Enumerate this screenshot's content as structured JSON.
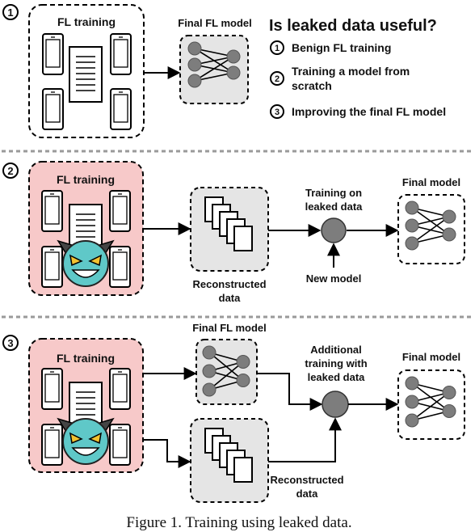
{
  "title": "Is leaked data useful?",
  "legend": [
    {
      "num": "1",
      "lines": [
        "Benign FL training"
      ]
    },
    {
      "num": "2",
      "lines": [
        "Training a model from",
        "scratch"
      ]
    },
    {
      "num": "3",
      "lines": [
        "Improving the final FL model"
      ]
    }
  ],
  "panel1": {
    "num": "1",
    "fl_training": "FL training",
    "model_label": "Final FL model"
  },
  "panel2": {
    "num": "2",
    "fl_training": "FL training",
    "recon_lines": [
      "Reconstructed",
      "data"
    ],
    "train_lines": [
      "Training on",
      "leaked data"
    ],
    "new_model": "New model",
    "final_model": "Final model"
  },
  "panel3": {
    "num": "3",
    "fl_training": "FL training",
    "model_label": "Final FL model",
    "train_lines": [
      "Additional",
      "training with",
      "leaked data"
    ],
    "recon_lines": [
      "Reconstructed",
      "data"
    ],
    "final_model": "Final model"
  },
  "caption": "Figure 1.  Training using leaked data.",
  "colors": {
    "pink": "#f7c9c9",
    "gray": "#e5e5e5",
    "node": "#7d7d7d",
    "demon": "#5fc8c8"
  }
}
